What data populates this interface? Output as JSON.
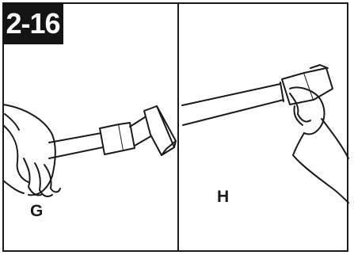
{
  "figure": {
    "step_number": "2-16",
    "panels": [
      {
        "label": "G",
        "illustration": "hand-holding-wand-with-upholstery-tool-icon"
      },
      {
        "label": "H",
        "illustration": "hand-attaching-upholstery-tool-to-wand-icon"
      }
    ],
    "colors": {
      "ink": "#1a1a1a",
      "badge": "#141414",
      "paper": "#ffffff"
    }
  }
}
